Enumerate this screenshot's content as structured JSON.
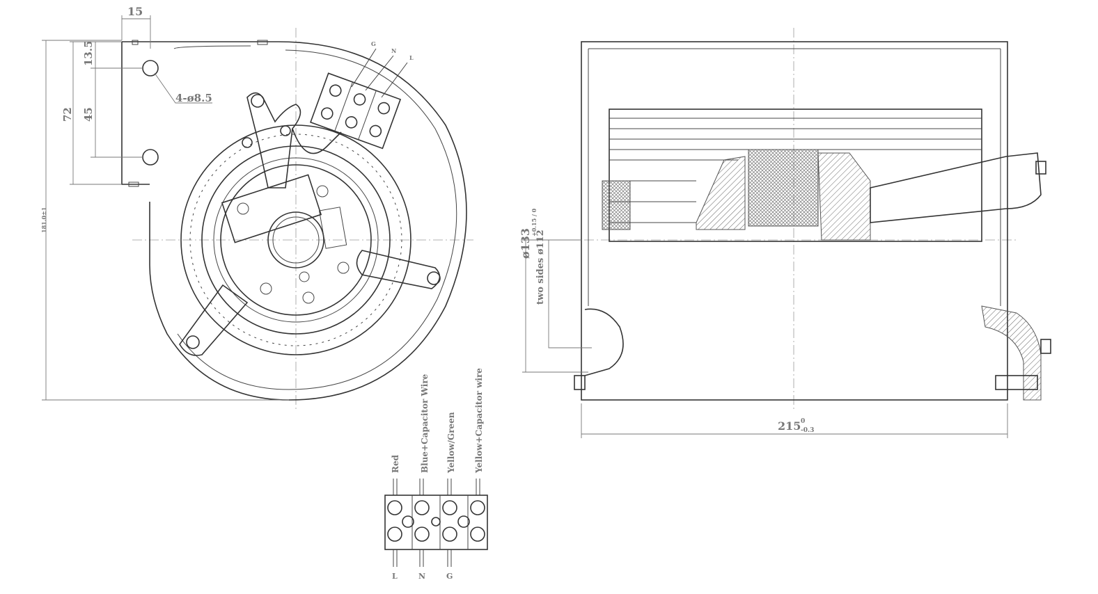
{
  "front_view": {
    "dim_top": "15",
    "dim_13_5": "13.5",
    "dim_45": "45",
    "dim_72": "72",
    "dim_height": "181.0±1",
    "hole_callout": "4-ø8.5",
    "terminal_labels": [
      "G",
      "N",
      "L"
    ]
  },
  "side_view": {
    "dim_diameter": "ø133",
    "dim_inlet": "two sides ø112",
    "dim_inlet_tol": "+0.15 / 0",
    "dim_width": "215",
    "dim_width_tol_upper": "0",
    "dim_width_tol_lower": "-0.3"
  },
  "wiring": {
    "wire_colors": [
      "Red",
      "Blue+Capacitor Wire",
      "Yellow/Green",
      "Yellow+Capacitor wire"
    ],
    "terminals": [
      "L",
      "N",
      "G"
    ]
  }
}
